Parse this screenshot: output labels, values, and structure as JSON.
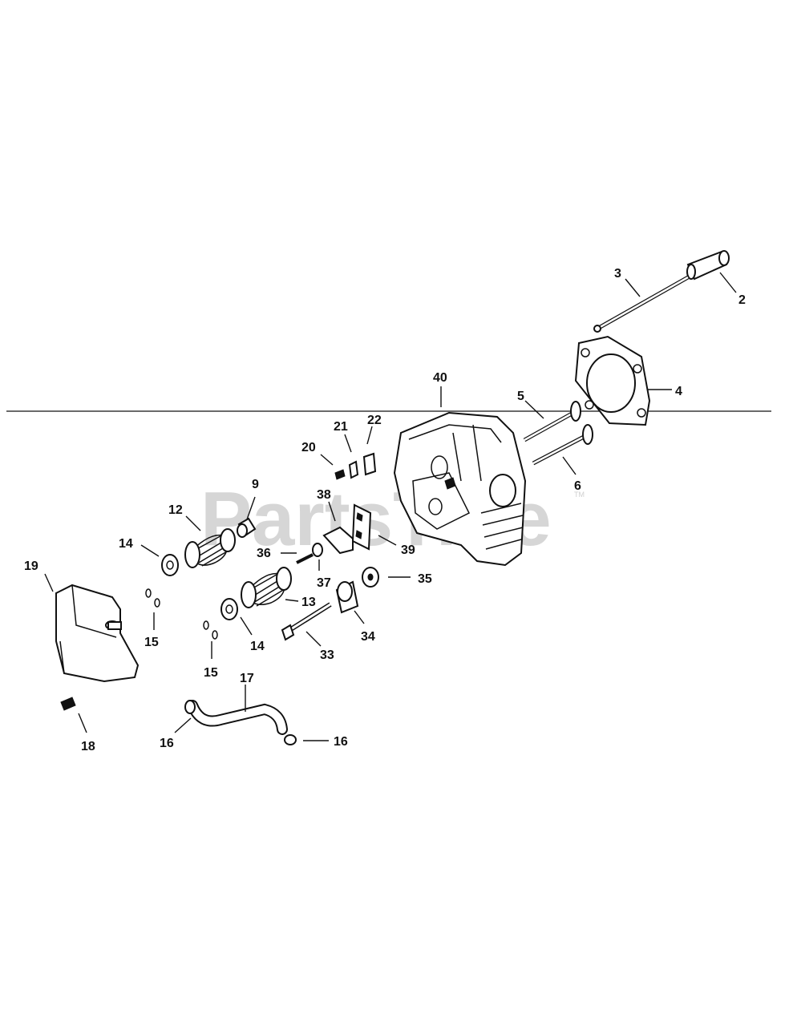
{
  "watermark": {
    "text": "PartsTree",
    "tm": "TM"
  },
  "callouts": [
    "2",
    "3",
    "4",
    "5",
    "6",
    "9",
    "12",
    "13",
    "14",
    "14",
    "15",
    "15",
    "16",
    "16",
    "17",
    "18",
    "19",
    "20",
    "21",
    "22",
    "33",
    "34",
    "35",
    "36",
    "37",
    "38",
    "39",
    "40"
  ]
}
